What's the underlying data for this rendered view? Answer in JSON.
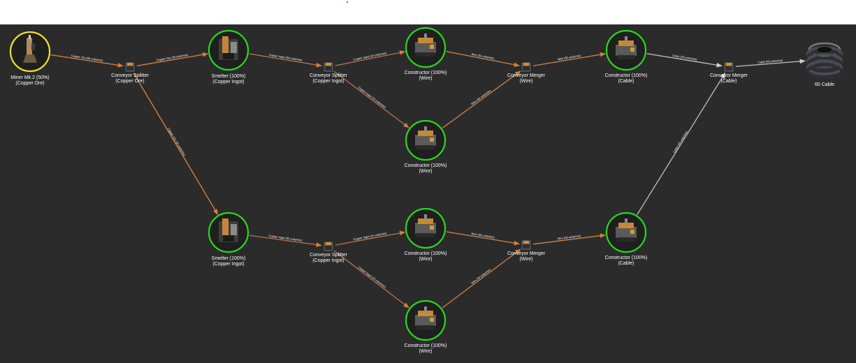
{
  "colors": {
    "canvas": "#2b2b2b",
    "edge_ore": "#d47e3c",
    "edge_ingot": "#b56e4e",
    "edge_wire": "#c47e47",
    "edge_cable": "#b8b8b8",
    "node_selected": "#f2e02a",
    "node_active": "#29d81b"
  },
  "nodes": [
    {
      "id": "miner",
      "kind": "miner",
      "icon": "miner-icon",
      "ring": "selected",
      "lines": [
        "Miner Mk.2 (50%)",
        "(Copper Ore)"
      ]
    },
    {
      "id": "split1",
      "kind": "splitter",
      "icon": "splitter-icon",
      "lines": [
        "Conveyor Splitter",
        "(Copper Ore)"
      ]
    },
    {
      "id": "smelt1",
      "kind": "smelter",
      "icon": "smelter-icon",
      "ring": "active",
      "lines": [
        "Smelter (100%)",
        "(Copper Ingot)"
      ]
    },
    {
      "id": "split2",
      "kind": "splitter",
      "icon": "splitter-icon",
      "lines": [
        "Conveyor Splitter",
        "(Copper Ingot)"
      ]
    },
    {
      "id": "cons1",
      "kind": "constructor",
      "icon": "constructor-icon",
      "ring": "active",
      "lines": [
        "Constructor (100%)",
        "(Wire)"
      ]
    },
    {
      "id": "cons2",
      "kind": "constructor",
      "icon": "constructor-icon",
      "ring": "active",
      "lines": [
        "Constructor (100%)",
        "(Wire)"
      ]
    },
    {
      "id": "merge1",
      "kind": "merger",
      "icon": "merger-icon",
      "lines": [
        "Conveyor Merger",
        "(Wire)"
      ]
    },
    {
      "id": "cons3",
      "kind": "constructor",
      "icon": "constructor-icon",
      "ring": "active",
      "lines": [
        "Constructor (100%)",
        "(Cable)"
      ]
    },
    {
      "id": "merge3",
      "kind": "merger",
      "icon": "merger-icon",
      "lines": [
        "Conveyor Merger",
        "(Cable)"
      ]
    },
    {
      "id": "cable",
      "kind": "product",
      "icon": "cable-coil-icon",
      "lines": [
        "60 Cable"
      ]
    },
    {
      "id": "smelt2",
      "kind": "smelter",
      "icon": "smelter-icon",
      "ring": "active",
      "lines": [
        "Smelter (100%)",
        "(Copper Ingot)"
      ]
    },
    {
      "id": "split3",
      "kind": "splitter",
      "icon": "splitter-icon",
      "lines": [
        "Conveyor Splitter",
        "(Copper Ingot)"
      ]
    },
    {
      "id": "cons4",
      "kind": "constructor",
      "icon": "constructor-icon",
      "ring": "active",
      "lines": [
        "Constructor (100%)",
        "(Wire)"
      ]
    },
    {
      "id": "cons5",
      "kind": "constructor",
      "icon": "constructor-icon",
      "ring": "active",
      "lines": [
        "Constructor (100%)",
        "(Wire)"
      ]
    },
    {
      "id": "merge2",
      "kind": "merger",
      "icon": "merger-icon",
      "lines": [
        "Conveyor Merger",
        "(Wire)"
      ]
    },
    {
      "id": "cons6",
      "kind": "constructor",
      "icon": "constructor-icon",
      "ring": "active",
      "lines": [
        "Constructor (100%)",
        "(Cable)"
      ]
    }
  ],
  "edges": [
    {
      "from": "miner",
      "to": "split1",
      "label": "Copper Ore (60 units/min)",
      "type": "ore"
    },
    {
      "from": "split1",
      "to": "smelt1",
      "label": "Copper Ore (30 units/min)",
      "type": "ore"
    },
    {
      "from": "split1",
      "to": "smelt2",
      "label": "Copper Ore (30 units/min)",
      "type": "ore"
    },
    {
      "from": "smelt1",
      "to": "split2",
      "label": "Copper Ingot (30 units/min)",
      "type": "ingot"
    },
    {
      "from": "split2",
      "to": "cons1",
      "label": "Copper Ingot (15 units/min)",
      "type": "ingot"
    },
    {
      "from": "split2",
      "to": "cons2",
      "label": "Copper Ingot (15 units/min)",
      "type": "ingot"
    },
    {
      "from": "cons1",
      "to": "merge1",
      "label": "Wire (30 units/min)",
      "type": "wire"
    },
    {
      "from": "cons2",
      "to": "merge1",
      "label": "Wire (30 units/min)",
      "type": "wire"
    },
    {
      "from": "merge1",
      "to": "cons3",
      "label": "Wire (60 units/min)",
      "type": "wire"
    },
    {
      "from": "cons3",
      "to": "merge3",
      "label": "Cable (30 units/min)",
      "type": "cable"
    },
    {
      "from": "cons6",
      "to": "merge3",
      "label": "Cable (30 units/min)",
      "type": "cable"
    },
    {
      "from": "merge3",
      "to": "cable",
      "label": "Cable (60 units/min)",
      "type": "cable"
    },
    {
      "from": "smelt2",
      "to": "split3",
      "label": "Copper Ingot (30 units/min)",
      "type": "ingot"
    },
    {
      "from": "split3",
      "to": "cons4",
      "label": "Copper Ingot (15 units/min)",
      "type": "ingot"
    },
    {
      "from": "split3",
      "to": "cons5",
      "label": "Copper Ingot (15 units/min)",
      "type": "ingot"
    },
    {
      "from": "cons4",
      "to": "merge2",
      "label": "Wire (30 units/min)",
      "type": "wire"
    },
    {
      "from": "cons5",
      "to": "merge2",
      "label": "Wire (30 units/min)",
      "type": "wire"
    },
    {
      "from": "merge2",
      "to": "cons6",
      "label": "Wire (60 units/min)",
      "type": "wire"
    }
  ]
}
